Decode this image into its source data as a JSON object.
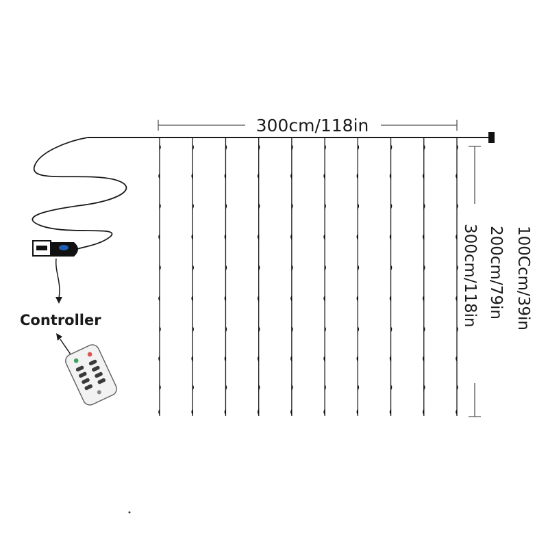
{
  "diagram": {
    "width_label": "300cm/118in",
    "height_labels": [
      "300cm/118in",
      "200cm/79in",
      "100Ccm/39in"
    ],
    "controller_label": "Controller",
    "strand_count": 10,
    "colors": {
      "line": "#1a1a1a",
      "dimension": "#555555",
      "usb_button": "#1e5fb4",
      "remote_body": "#f2f2f2",
      "remote_button_green": "#3aa35a",
      "remote_button_red": "#d9534f"
    }
  }
}
